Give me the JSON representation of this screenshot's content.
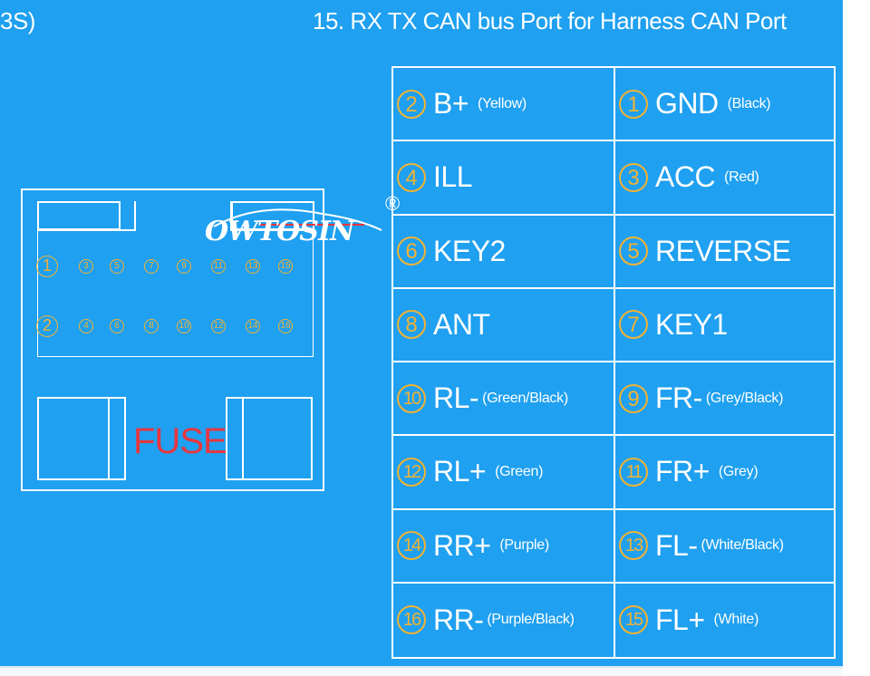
{
  "header": {
    "left_fragment": "3S)",
    "title": "15. RX TX CAN bus Port for Harness CAN Port"
  },
  "connector": {
    "fuse_label": "FUSE",
    "top_row_pins": [
      "1",
      "3",
      "5",
      "7",
      "9",
      "11",
      "13",
      "15"
    ],
    "bottom_row_pins": [
      "2",
      "4",
      "6",
      "8",
      "10",
      "12",
      "14",
      "16"
    ]
  },
  "logo": {
    "text": "OWTOSIN",
    "registered_mark": "®"
  },
  "pin_table": {
    "rows": [
      {
        "left": {
          "num": "2",
          "signal": "B+",
          "color": "(Yellow)"
        },
        "right": {
          "num": "1",
          "signal": "GND",
          "color": "(Black)"
        }
      },
      {
        "left": {
          "num": "4",
          "signal": "ILL",
          "color": ""
        },
        "right": {
          "num": "3",
          "signal": "ACC",
          "color": "(Red)"
        }
      },
      {
        "left": {
          "num": "6",
          "signal": "KEY2",
          "color": ""
        },
        "right": {
          "num": "5",
          "signal": "REVERSE",
          "color": ""
        }
      },
      {
        "left": {
          "num": "8",
          "signal": "ANT",
          "color": ""
        },
        "right": {
          "num": "7",
          "signal": "KEY1",
          "color": ""
        }
      },
      {
        "left": {
          "num": "10",
          "signal": "RL-",
          "color": "(Green/Black)"
        },
        "right": {
          "num": "9",
          "signal": "FR-",
          "color": "(Grey/Black)"
        }
      },
      {
        "left": {
          "num": "12",
          "signal": "RL+",
          "color": "(Green)"
        },
        "right": {
          "num": "11",
          "signal": "FR+",
          "color": "(Grey)"
        }
      },
      {
        "left": {
          "num": "14",
          "signal": "RR+",
          "color": "(Purple)"
        },
        "right": {
          "num": "13",
          "signal": "FL-",
          "color": "(White/Black)"
        }
      },
      {
        "left": {
          "num": "16",
          "signal": "RR-",
          "color": "(Purple/Black)"
        },
        "right": {
          "num": "15",
          "signal": "FL+",
          "color": "(White)"
        }
      }
    ]
  },
  "colors": {
    "background": "#1fa0f0",
    "pin_number": "#f2b233",
    "fuse_text": "#e8363f",
    "lines": "#ffffff"
  }
}
